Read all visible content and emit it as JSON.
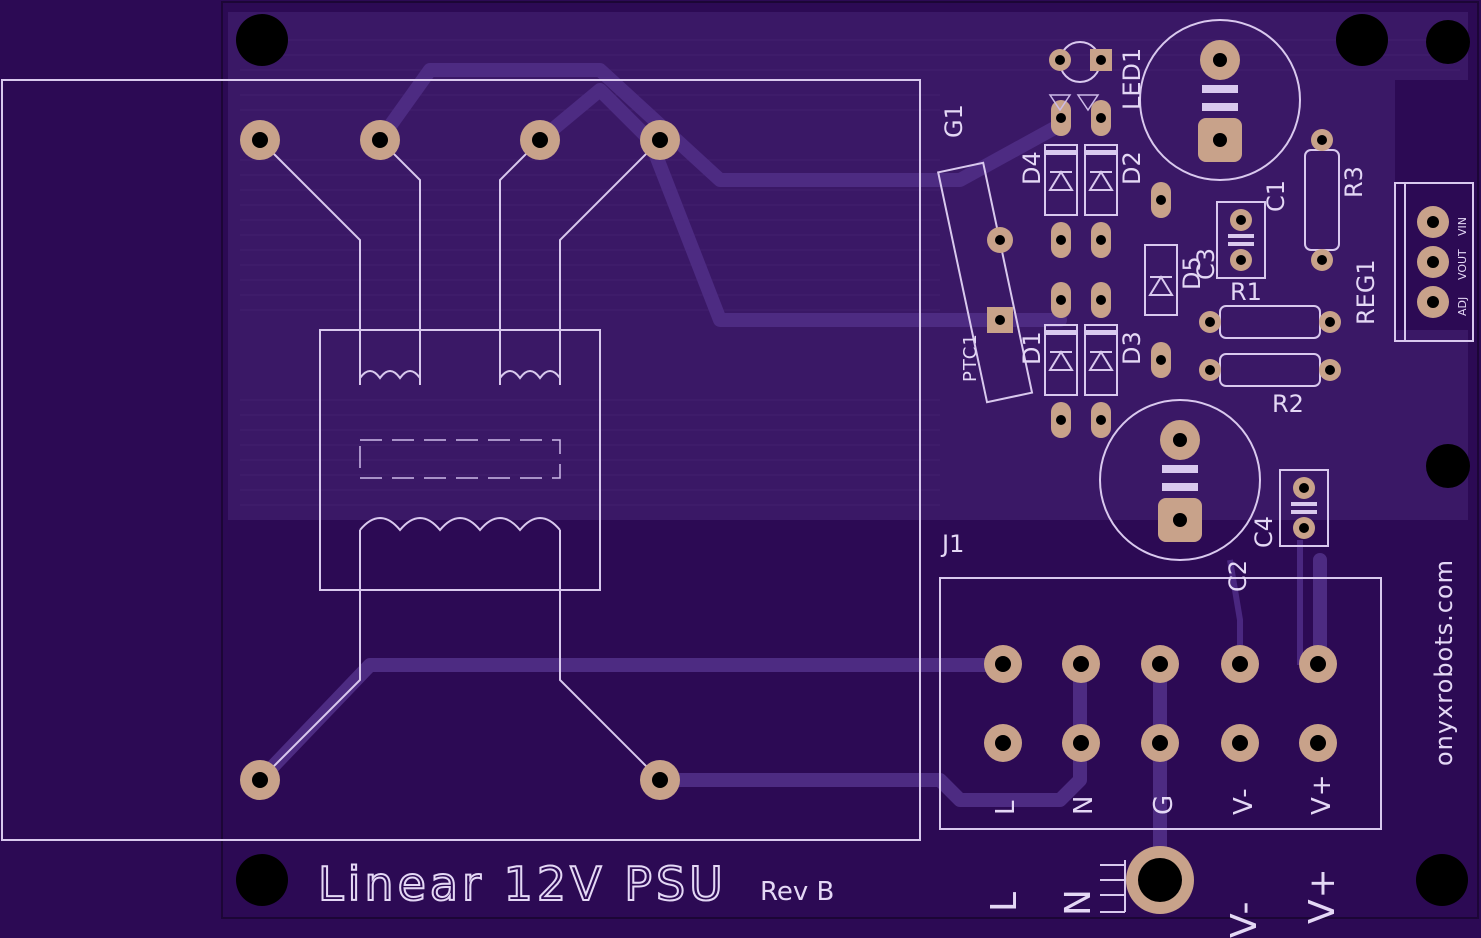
{
  "board": {
    "title": "Linear 12V PSU",
    "revision": "Rev B",
    "website": "onyxrobots.com",
    "colors": {
      "board": "#2c0a54",
      "pour": "#3a1866",
      "trace": "#4d2b82",
      "silk": "#d9c9ee",
      "pad": "#c8a28a"
    }
  },
  "designators": {
    "g1": "G1",
    "led1": "LED1",
    "d1": "D1",
    "d2": "D2",
    "d3": "D3",
    "d4": "D4",
    "d5": "D5",
    "c1": "C1",
    "c2": "C2",
    "c3": "C3",
    "c4": "C4",
    "r1": "R1",
    "r2": "R2",
    "r3": "R3",
    "ptc1": "PTC1",
    "reg1": "REG1",
    "j1": "J1"
  },
  "reg_pins": [
    "ADJ",
    "VOUT",
    "VIN"
  ],
  "connector_labels": [
    "L",
    "N",
    "G",
    "V-",
    "V+"
  ],
  "bottom_labels": [
    "L",
    "N",
    "V-",
    "V+"
  ]
}
